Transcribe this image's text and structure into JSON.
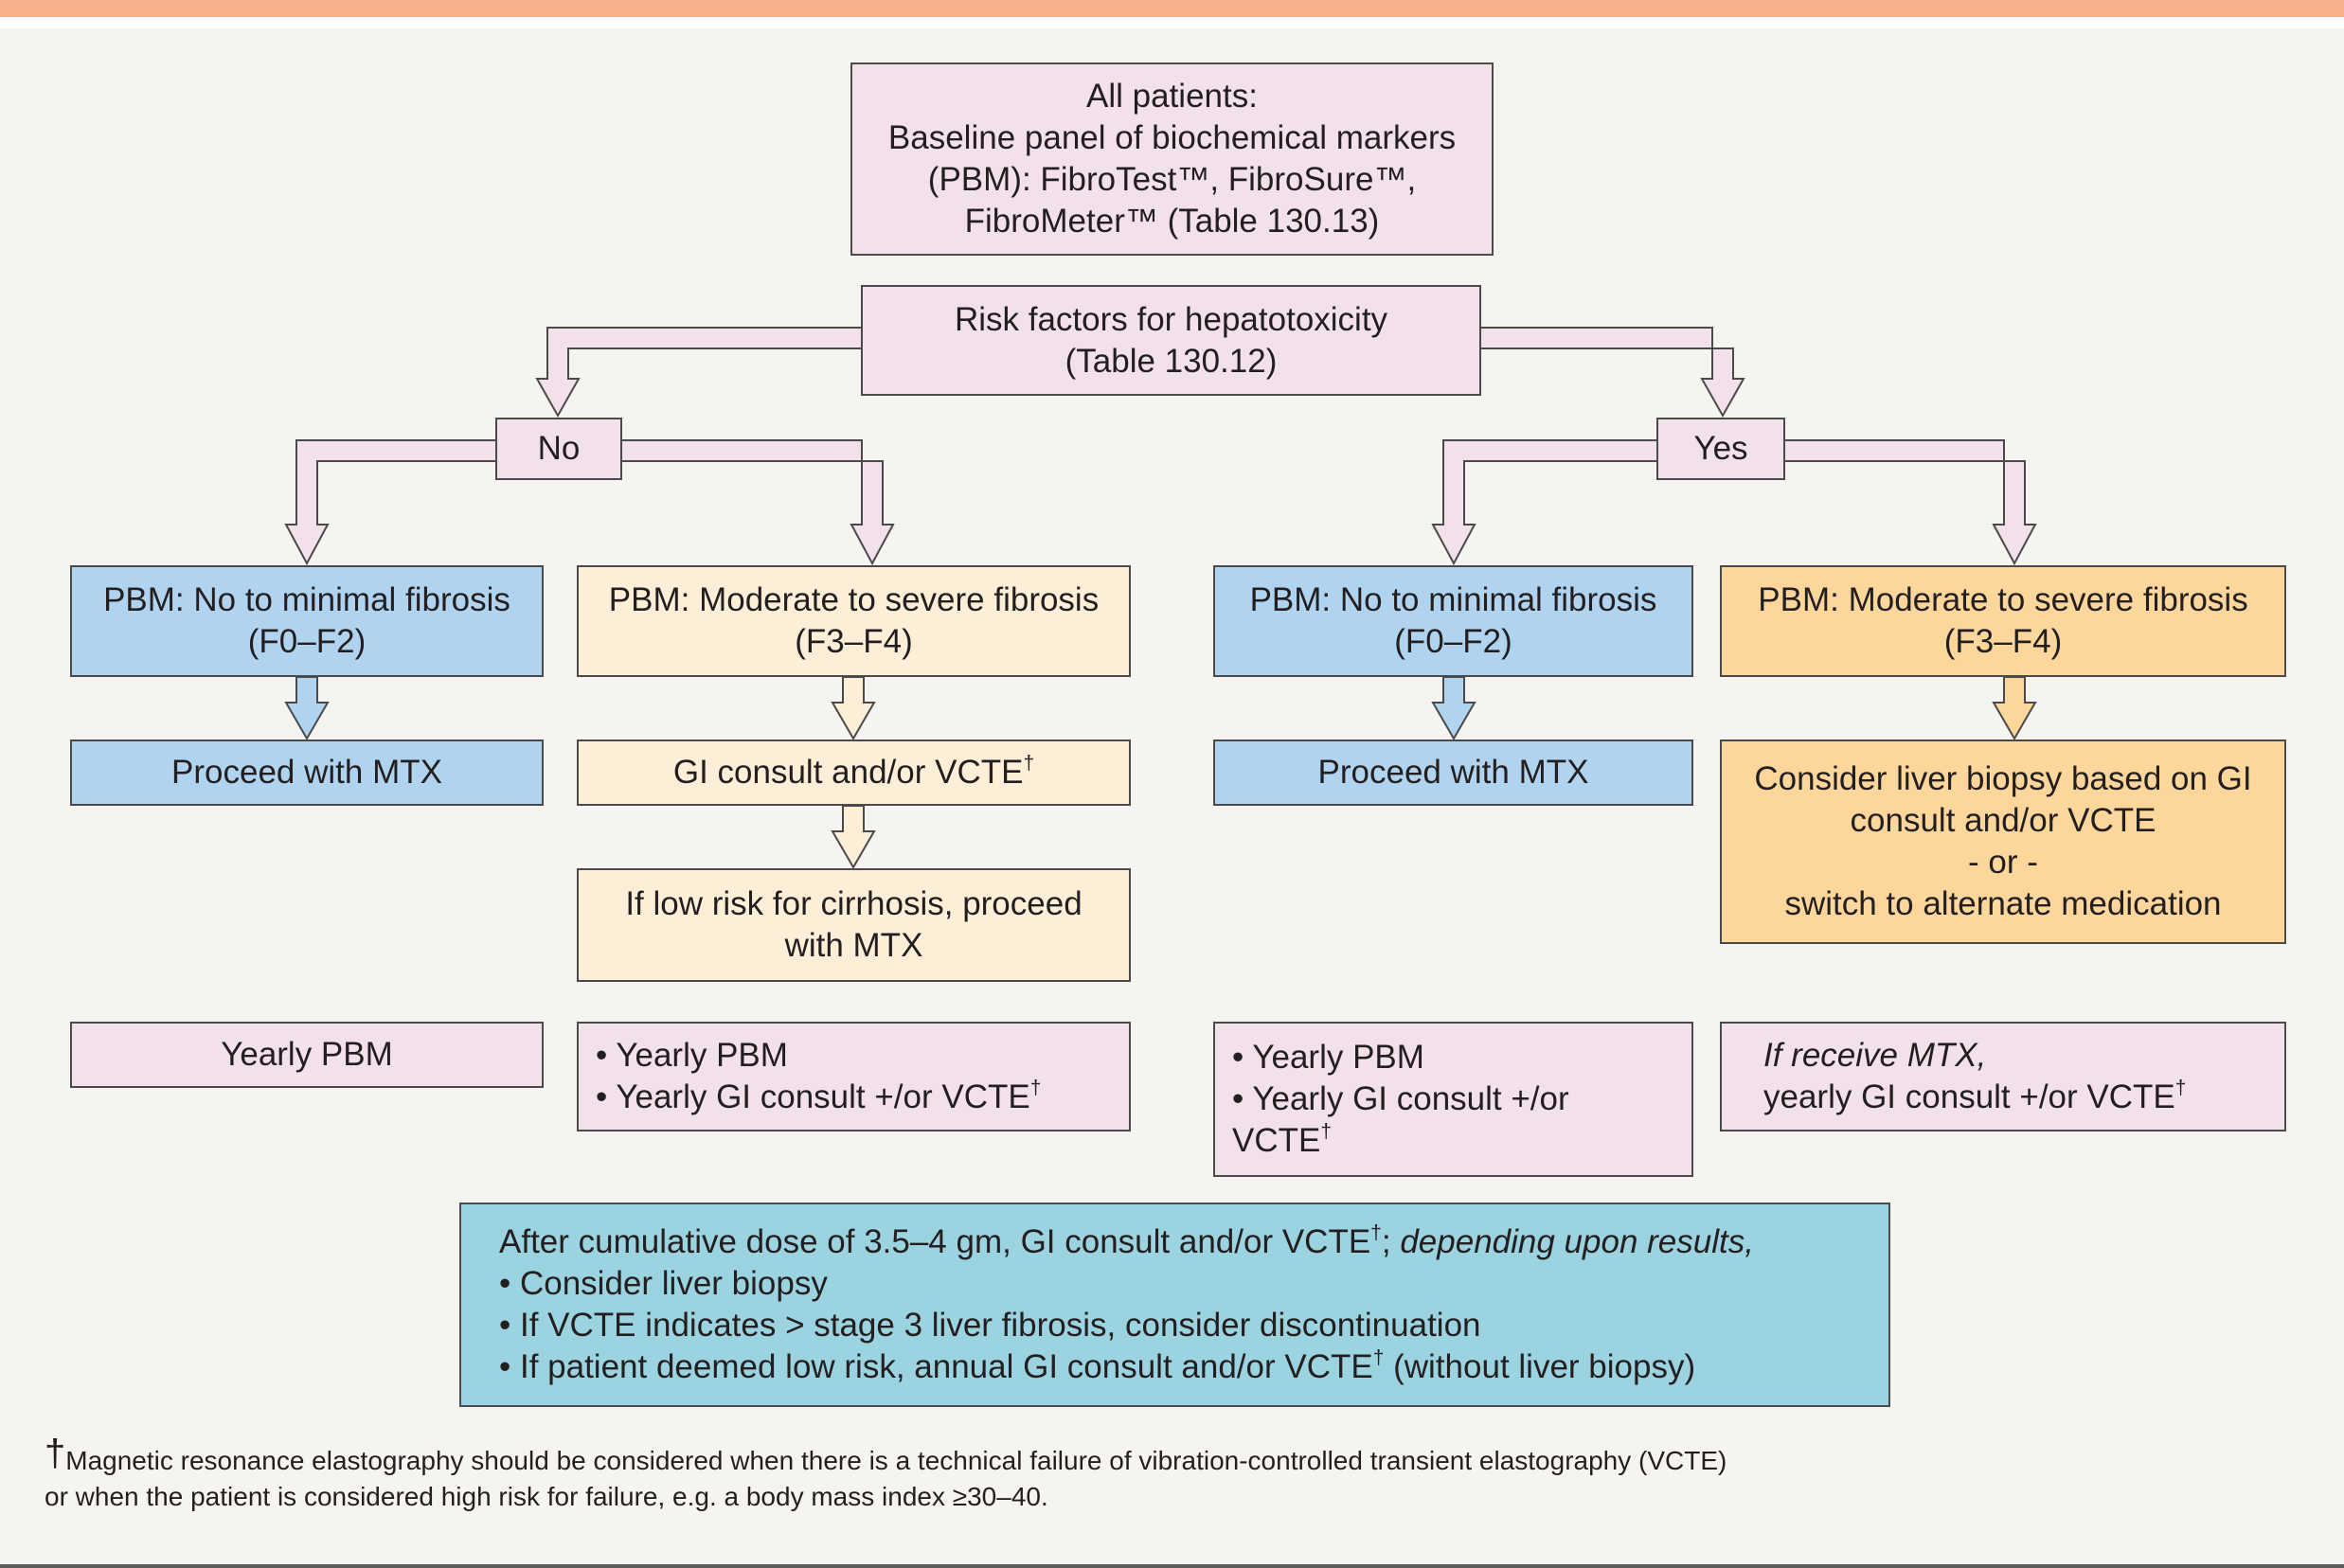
{
  "colors": {
    "banner": "#f9b08f",
    "pink": "#f2e1ea",
    "blue": "#b0d4ef",
    "cream": "#fdefd7",
    "orange": "#fcd69b",
    "teal": "#9bd3e0"
  },
  "top_box": [
    "All patients:",
    "Baseline panel of biochemical markers",
    "(PBM): FibroTest™, FibroSure™,",
    "FibroMeter™ (Table 130.13)"
  ],
  "risk_box": [
    "Risk factors for hepatotoxicity",
    "(Table 130.12)"
  ],
  "no_label": "No",
  "yes_label": "Yes",
  "no_branch": {
    "minimal": [
      "PBM: No to minimal fibrosis",
      "(F0–F2)"
    ],
    "proceed": "Proceed with MTX",
    "moderate": [
      "PBM: Moderate to severe fibrosis",
      "(F3–F4)"
    ],
    "gi_consult": "GI consult and/or VCTE",
    "low_risk": [
      "If low risk for cirrhosis, proceed",
      "with MTX"
    ],
    "monitor_minimal": "Yearly PBM",
    "monitor_moderate": [
      "• Yearly PBM",
      "• Yearly GI consult +/or VCTE"
    ]
  },
  "yes_branch": {
    "minimal": [
      "PBM: No to minimal fibrosis",
      "(F0–F2)"
    ],
    "proceed": "Proceed with MTX",
    "moderate": [
      "PBM: Moderate to severe fibrosis",
      "(F3–F4)"
    ],
    "biopsy": [
      "Consider liver biopsy based on GI",
      "consult and/or VCTE",
      "- or -",
      "switch to alternate medication"
    ],
    "monitor_minimal": [
      "• Yearly PBM",
      "• Yearly GI consult +/or",
      "VCTE"
    ],
    "monitor_moderate": [
      "If receive MTX,",
      "yearly GI consult +/or VCTE"
    ]
  },
  "dagger": "†",
  "cumulative": {
    "intro": "After cumulative dose of 3.5–4 gm, GI consult and/or VCTE",
    "intro_sep": ";",
    "intro_italic": "depending upon results,",
    "bullets": [
      "• Consider liver biopsy",
      "• If VCTE indicates > stage 3 liver fibrosis, consider discontinuation",
      "• If patient deemed low risk, annual GI consult and/or VCTE"
    ],
    "bullet3_tail": " (without liver biopsy)"
  },
  "footnote": [
    "Magnetic resonance elastography should be considered when there is a technical failure of vibration-controlled transient elastography (VCTE)",
    "or when the patient is considered high risk for failure, e.g. a body mass index ≥30–40."
  ]
}
